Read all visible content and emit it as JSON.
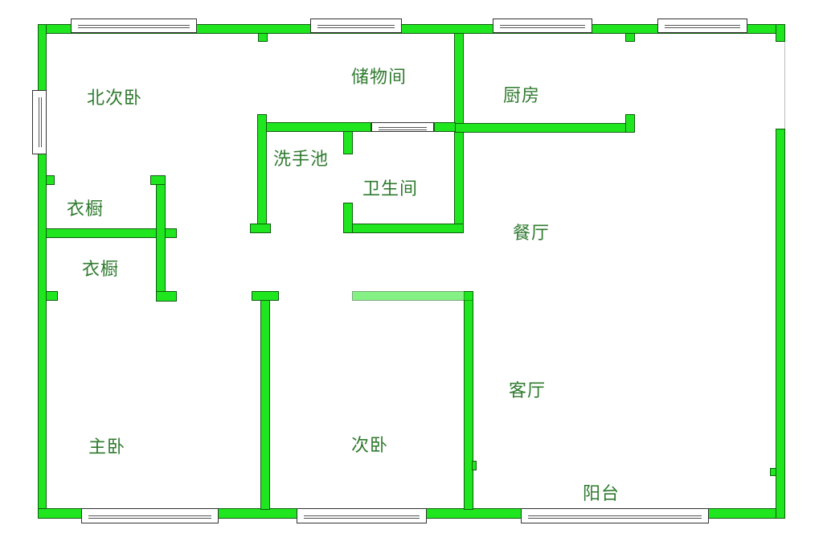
{
  "floorplan": {
    "rooms": {
      "north_bedroom": "北次卧",
      "storage": "储物间",
      "kitchen": "厨房",
      "washbasin": "洗手池",
      "bathroom": "卫生间",
      "wardrobe_1": "衣橱",
      "wardrobe_2": "衣橱",
      "dining": "餐厅",
      "living": "客厅",
      "master_bedroom": "主卧",
      "second_bedroom": "次卧",
      "balcony": "阳台"
    },
    "colors": {
      "wall": "#1fe61f",
      "label": "#2f7a2f"
    }
  }
}
